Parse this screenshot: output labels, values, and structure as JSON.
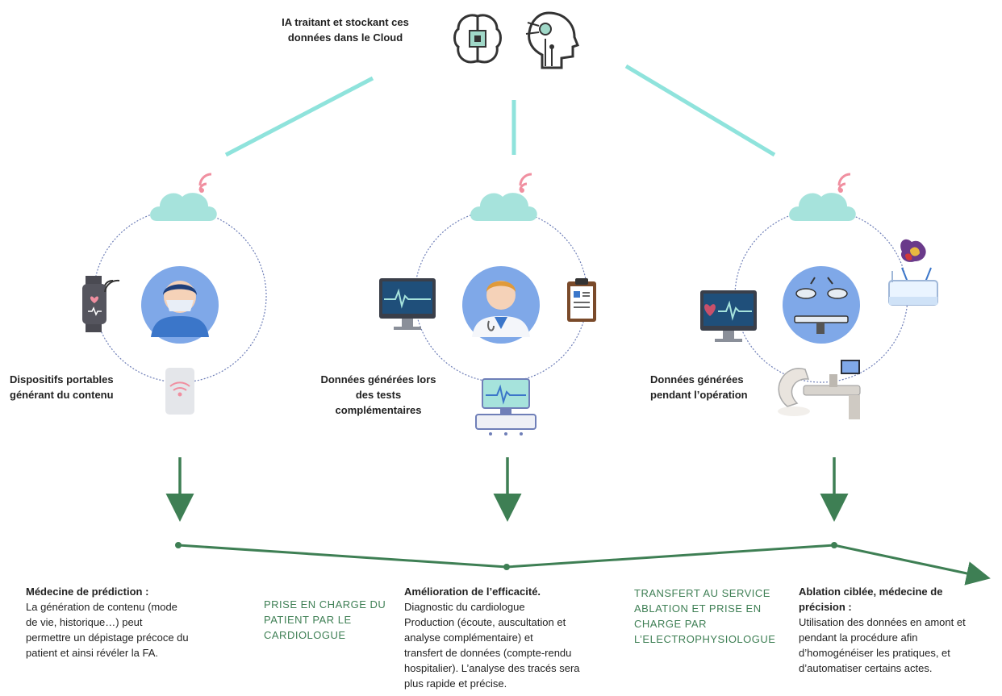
{
  "top": {
    "ai_caption": "IA traitant et stockant ces\ndonnées dans le Cloud",
    "icons": [
      "brain-chip-icon",
      "robot-head-circuit-icon"
    ]
  },
  "stations": [
    {
      "caption": "Dispositifs portables\ngénérant du contenu",
      "icons": [
        "cloud-wifi-icon",
        "smartwatch-icon",
        "patient-avatar-icon",
        "smartphone-wifi-icon"
      ]
    },
    {
      "caption": "Données générées lors\ndes tests\ncomplémentaires",
      "icons": [
        "cloud-wifi-icon",
        "ecg-monitor-icon",
        "doctor-avatar-icon",
        "clipboard-icon",
        "ecg-machine-icon"
      ]
    },
    {
      "caption": "Données générées\npendant l’opération",
      "icons": [
        "cloud-wifi-icon",
        "heart-monitor-icon",
        "surgical-lights-icon",
        "heart-3d-icon",
        "c-arm-icon"
      ]
    }
  ],
  "bottom": {
    "prediction_title": "Médecine de prédiction :",
    "prediction_body": "La génération de contenu (mode\nde vie, historique…) peut\npermettre un dépistage précoce du\npatient et ainsi révéler la FA.",
    "transfer_1": "PRISE EN CHARGE DU\nPATIENT PAR LE\nCARDIOLOGUE",
    "efficacy_title": "Amélioration de l’efficacité.",
    "efficacy_body": "Diagnostic du cardiologue\nProduction (écoute, auscultation et\nanalyse complémentaire) et\ntransfert de données (compte-rendu\nhospitalier). L’analyse des tracés sera\nplus rapide et précise.",
    "transfer_2": "TRANSFERT AU SERVICE\nABLATION ET PRISE EN\nCHARGE PAR\nL’ELECTROPHYSIOLOGUE",
    "ablation_title": "Ablation ciblée, médecine de\nprécision :",
    "ablation_body": "Utilisation des données en amont et\npendant la procédure afin\nd’homogénéiser les pratiques, et\nd’automatiser certains actes."
  },
  "colors": {
    "connector": "#8fe3dc",
    "cloud": "#a6e3dc",
    "wifi": "#f08fa0",
    "avatar_bg": "#7fa8e8",
    "arrow": "#3e7f54",
    "circle": "#6f7fb8"
  }
}
